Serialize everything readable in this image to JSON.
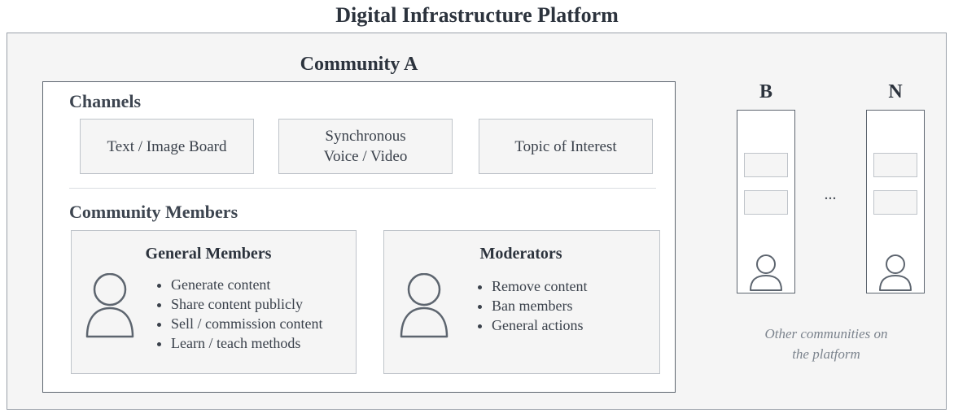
{
  "title": "Digital Infrastructure Platform",
  "community_a": {
    "title": "Community A",
    "channels": {
      "heading": "Channels",
      "items": [
        {
          "line1": "Text / Image Board",
          "line2": ""
        },
        {
          "line1": "Synchronous",
          "line2": "Voice / Video"
        },
        {
          "line1": "Topic of Interest",
          "line2": ""
        }
      ]
    },
    "members": {
      "heading": "Community Members",
      "groups": [
        {
          "title": "General Members",
          "icon": "person-icon",
          "duties": [
            "Generate content",
            "Share content publicly",
            "Sell / commission content",
            "Learn / teach methods"
          ]
        },
        {
          "title": "Moderators",
          "icon": "person-icon",
          "duties": [
            "Remove content",
            "Ban members",
            "General actions"
          ]
        }
      ]
    }
  },
  "other_communities": {
    "columns": [
      "B",
      "N"
    ],
    "ellipsis": "...",
    "caption_line1": "Other communities on",
    "caption_line2": "the platform"
  },
  "colors": {
    "background": "#f5f5f5",
    "border": "#5d656f",
    "text": "#333a45",
    "caption": "#7b838d"
  }
}
